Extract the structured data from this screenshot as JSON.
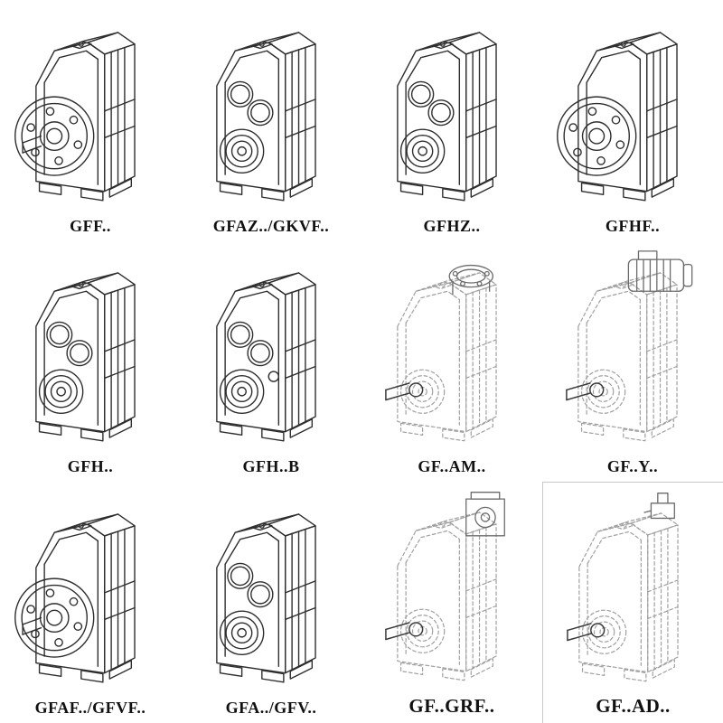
{
  "page": {
    "background": "#ffffff",
    "line_color": "#2e2e2e",
    "phantom_line_color": "#a0a0a0",
    "description": "Catalog sheet of parallel shaft helical gear reducer mounting variants, 4 x 3 grid of technical line drawings with model labels"
  },
  "grid": {
    "items": [
      {
        "label": "GFF..",
        "drawing": "gearbox-flange-solid-shaft",
        "style": "solid"
      },
      {
        "label": "GFAZ../GKVF..",
        "drawing": "gearbox-twin-bore",
        "style": "solid"
      },
      {
        "label": "GFHZ..",
        "drawing": "gearbox-hollow-shaft",
        "style": "solid"
      },
      {
        "label": "GFHF..",
        "drawing": "gearbox-flange-hollow",
        "style": "solid"
      },
      {
        "label": "GFH..",
        "drawing": "gearbox-hollow-bearing",
        "style": "solid"
      },
      {
        "label": "GFH..B",
        "drawing": "gearbox-hollow-backstop",
        "style": "solid"
      },
      {
        "label": "GF..AM..",
        "drawing": "gearbox-motor-flange-top",
        "style": "phantom"
      },
      {
        "label": "GF..Y..",
        "drawing": "gearbox-with-motor",
        "style": "phantom"
      },
      {
        "label": "GFAF../GFVF..",
        "drawing": "gearbox-flange-solid-shaft",
        "style": "solid"
      },
      {
        "label": "GFA../GFV..",
        "drawing": "gearbox-twin-bore",
        "style": "solid"
      },
      {
        "label": "GF..GRF..",
        "drawing": "gearbox-adapter-top",
        "style": "phantom"
      },
      {
        "label": "GF..AD..",
        "drawing": "gearbox-input-adapter",
        "style": "phantom"
      }
    ]
  }
}
